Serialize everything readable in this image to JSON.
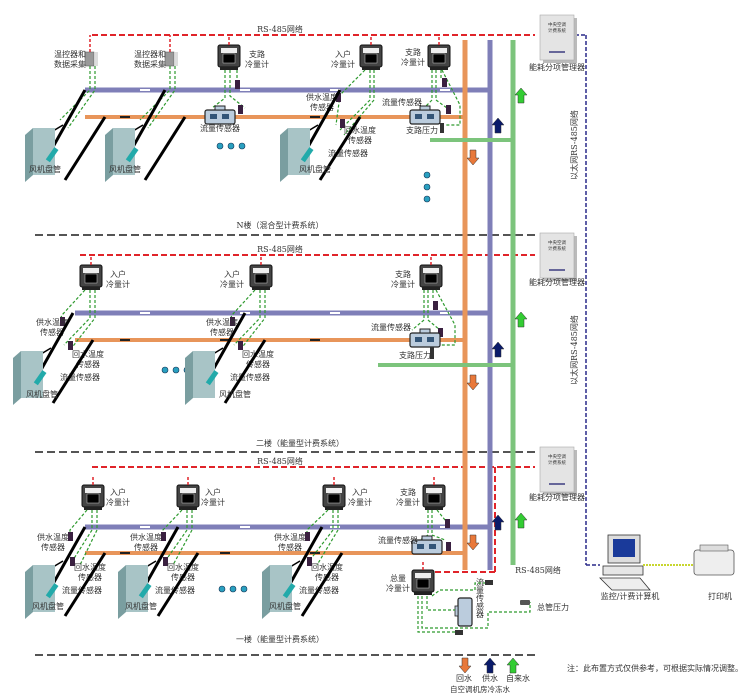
{
  "floors": [
    {
      "name": "N楼（混合型计费系统）",
      "network_label": "RS-485网络"
    },
    {
      "name": "二楼（能量型计费系统）",
      "network_label": "RS-485网络"
    },
    {
      "name": "一楼（能量型计费系统）",
      "network_label": "RS-485网络"
    }
  ],
  "labels": {
    "thermostat_collector": [
      "温控器和",
      "数据采集"
    ],
    "branch_meter": [
      "支路",
      "冷量计"
    ],
    "household_meter": [
      "入户",
      "冷量计"
    ],
    "total_meter": [
      "总量",
      "冷量计"
    ],
    "supply_temp_sensor": [
      "供水温度",
      "传感器"
    ],
    "return_temp_sensor": [
      "回水温度",
      "传感器"
    ],
    "flow_sensor": "流量传感器",
    "fan_coil": "风机盘管",
    "branch_pressure": "支路压力",
    "main_pressure": "总管压力",
    "energy_manager": "能耗分项管理器",
    "manager_panel_text": [
      "中央空调",
      "计费系统"
    ],
    "ethernet_network": "以太网RS-485网络",
    "rs485_network": "RS-485网络",
    "computer": "监控/计费计算机",
    "printer": "打印机"
  },
  "legend": {
    "return_water": "回水",
    "supply_water": "供水",
    "tap_water": "自来水",
    "source": "自空调机房冷冻水"
  },
  "note": "注：此布置方式仅供参考，可根据实际情况调整。",
  "colors": {
    "return_pipe": "#e8955a",
    "supply_pipe": "#7f7fb8",
    "tap_pipe": "#7cc47c",
    "rs485": "#e0242a",
    "ethernet": "#2a2a8a",
    "signal_wire": "#2e9a2e",
    "note": "#e0505a"
  }
}
